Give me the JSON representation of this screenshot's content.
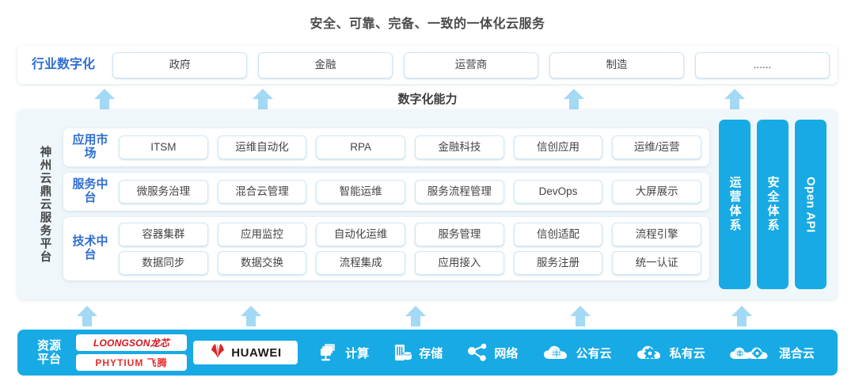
{
  "title": "安全、可靠、完备、一致的一体化云服务",
  "industry": {
    "label": "行业数字化",
    "items": [
      "政府",
      "金融",
      "运营商",
      "制造",
      "......"
    ]
  },
  "capability_label": "数字化能力",
  "platform": {
    "vertical_label": "神州云鼎云服务平台",
    "tiers": [
      {
        "label": "应用市场",
        "rows": [
          [
            "ITSM",
            "运维自动化",
            "RPA",
            "金融科技",
            "信创应用",
            "运维/运营"
          ]
        ]
      },
      {
        "label": "服务中台",
        "rows": [
          [
            "微服务治理",
            "混合云管理",
            "智能运维",
            "服务流程管理",
            "DevOps",
            "大屏展示"
          ]
        ]
      },
      {
        "label": "技术中台",
        "rows": [
          [
            "容器集群",
            "应用监控",
            "自动化运维",
            "服务管理",
            "信创适配",
            "流程引擎"
          ],
          [
            "数据同步",
            "数据交换",
            "流程集成",
            "应用接入",
            "服务注册",
            "统一认证"
          ]
        ]
      }
    ],
    "vertical_panels": [
      {
        "text": "运营体系",
        "lang": "cn"
      },
      {
        "text": "安全体系",
        "lang": "cn"
      },
      {
        "text": "Open API",
        "lang": "en"
      }
    ]
  },
  "resource": {
    "label_line1": "资源",
    "label_line2": "平台",
    "logos": [
      {
        "name": "LOONGSON龙芯",
        "style": "italic"
      },
      {
        "name": "PHYTIUM 飞腾",
        "style": "flat"
      }
    ],
    "huawei": "HUAWEI",
    "items": [
      {
        "label": "计算",
        "icon": "server-stack-icon"
      },
      {
        "label": "存储",
        "icon": "storage-icon"
      },
      {
        "label": "网络",
        "icon": "network-nodes-icon"
      },
      {
        "label": "公有云",
        "icon": "public-cloud-icon"
      },
      {
        "label": "私有云",
        "icon": "private-cloud-icon"
      },
      {
        "label": "混合云",
        "icon": "hybrid-cloud-icon"
      }
    ]
  },
  "colors": {
    "accent_blue": "#17aae5",
    "arrow_blue": "#a3d9f5",
    "label_blue": "#2f6fd0",
    "panel_bg": "#eff7fb"
  },
  "arrows": {
    "top_positions": [
      110,
      310,
      700,
      905
    ],
    "bottom_positions": [
      88,
      330,
      545,
      755,
      970
    ]
  }
}
